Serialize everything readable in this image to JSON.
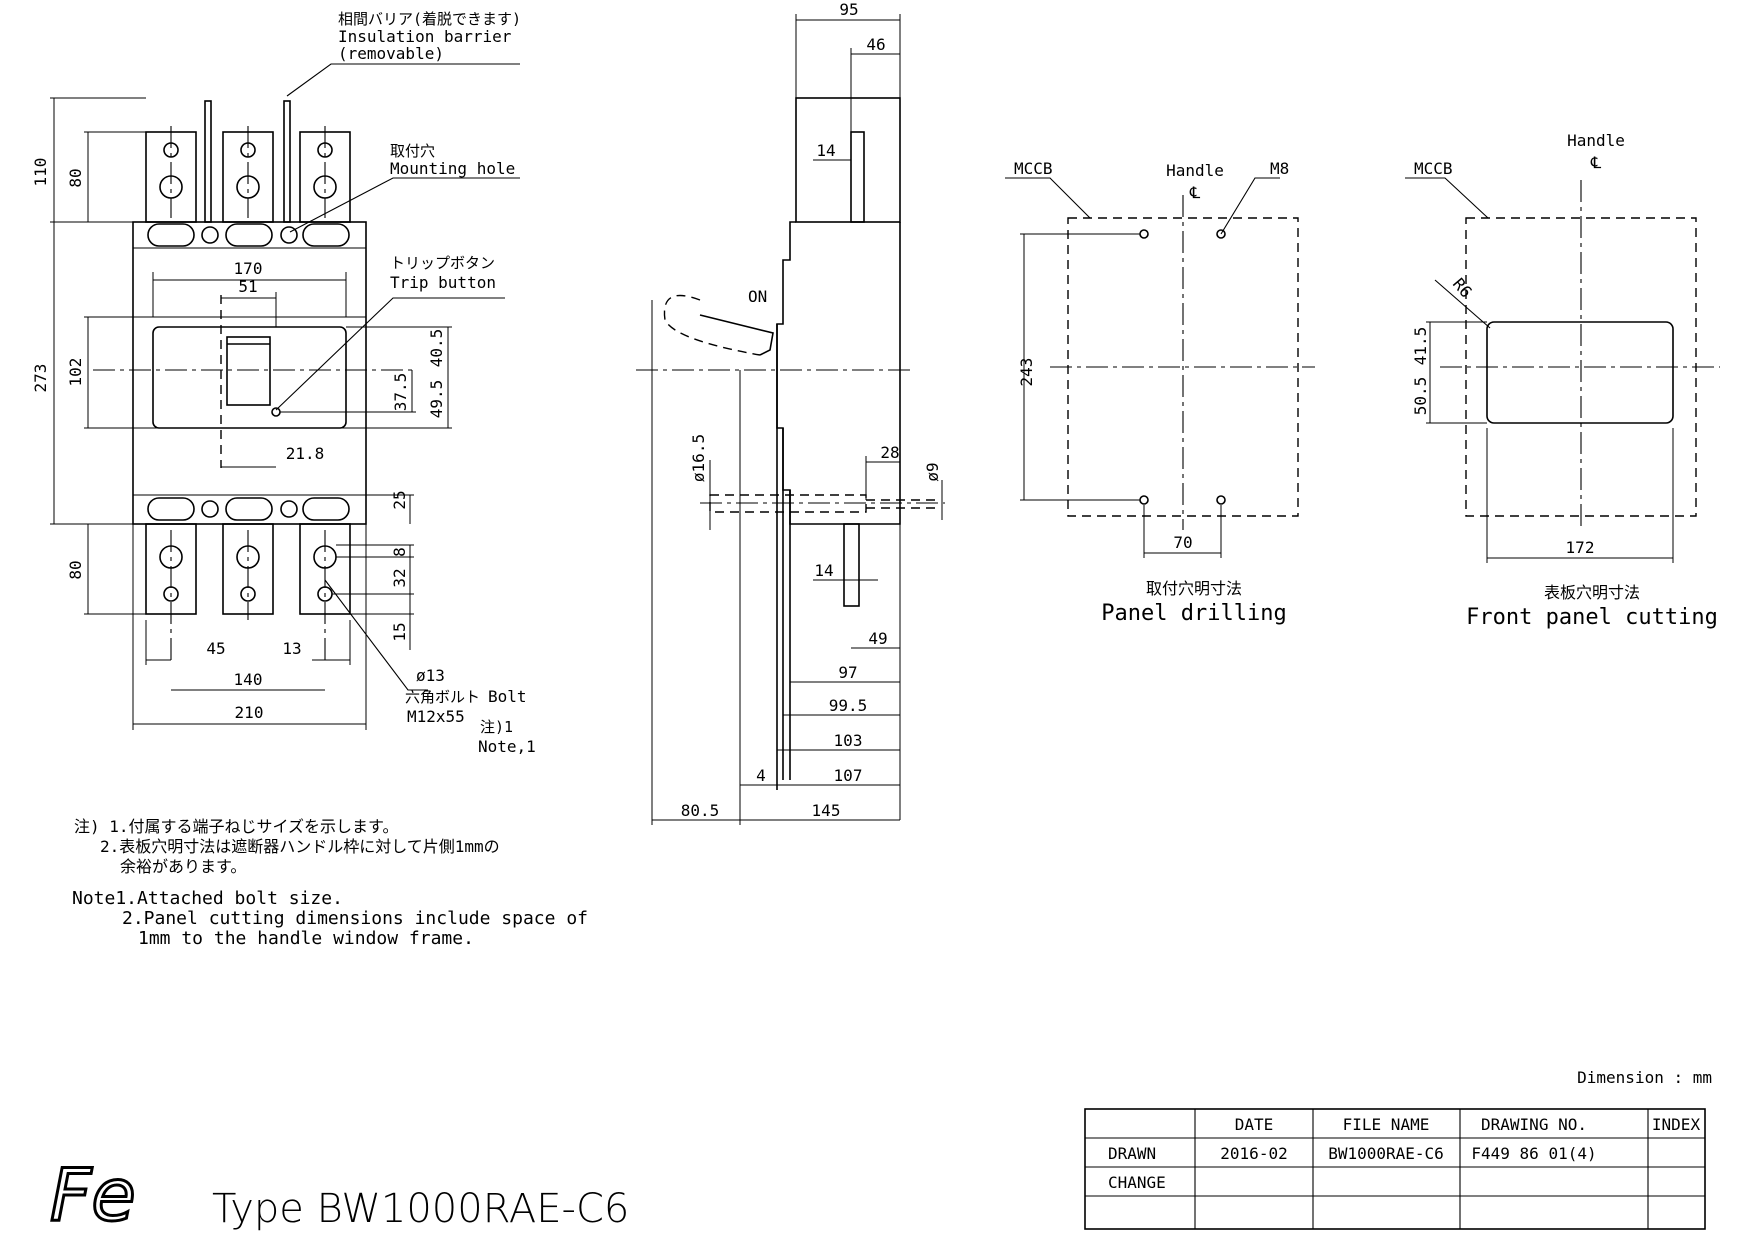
{
  "title": {
    "type_label": "Type BW1000RAE-C6",
    "logo_text": "Fe",
    "units": "Dimension : mm"
  },
  "front_view": {
    "barrier_jp": "相間バリア(着脱できます)",
    "barrier_en1": "Insulation barrier",
    "barrier_en2": "(removable)",
    "mount_jp": "取付穴",
    "mount_en": "Mounting hole",
    "trip_jp": "トリップボタン",
    "trip_en": "Trip button",
    "bolt_dia": "ø13",
    "bolt_jp": "六角ボルト",
    "bolt_en": "Bolt",
    "bolt_size": "M12x55",
    "note_jp": "注)1",
    "note_en": "Note,1",
    "dims": {
      "d110": "110",
      "d80a": "80",
      "d273": "273",
      "d102": "102",
      "d80b": "80",
      "d170": "170",
      "d51": "51",
      "d40_5": "40.5",
      "d37_5": "37.5",
      "d49_5": "49.5",
      "d21_8": "21.8",
      "d25": "25",
      "d8": "8",
      "d32": "32",
      "d15": "15",
      "d45": "45",
      "d13": "13",
      "d140": "140",
      "d210": "210"
    }
  },
  "side_view": {
    "on_label": "ON",
    "dims": {
      "d95": "95",
      "d46": "46",
      "d14a": "14",
      "d16_5": "ø16.5",
      "d28": "28",
      "d9": "ø9",
      "d14b": "14",
      "d49": "49",
      "d97": "97",
      "d99_5": "99.5",
      "d103": "103",
      "d107": "107",
      "d4": "4",
      "d80_5": "80.5",
      "d145": "145"
    }
  },
  "panel_drilling": {
    "mccb": "MCCB",
    "handle": "Handle",
    "cl": "℄",
    "m8": "M8",
    "d243": "243",
    "d70": "70",
    "caption_jp": "取付穴明寸法",
    "caption_en": "Panel drilling"
  },
  "front_panel_cutting": {
    "mccb": "MCCB",
    "handle": "Handle",
    "cl": "℄",
    "r6": "R6",
    "d41_5": "41.5",
    "d50_5": "50.5",
    "d172": "172",
    "caption_jp": "表板穴明寸法",
    "caption_en": "Front panel cutting"
  },
  "notes": {
    "jp1": "注) 1.付属する端子ねじサイズを示します。",
    "jp2": "2.表板穴明寸法は遮断器ハンドル枠に対して片側1mmの",
    "jp3": "余裕があります。",
    "en1": "Note1.Attached bolt size.",
    "en2": "2.Panel cutting dimensions include space of",
    "en3": "1mm to the handle window frame."
  },
  "title_block": {
    "headers": [
      "",
      "DATE",
      "FILE NAME",
      "DRAWING NO.",
      "INDEX"
    ],
    "rows": [
      [
        "DRAWN",
        "2016-02",
        "BW1000RAE-C6",
        "F449 86 01(4)",
        ""
      ],
      [
        "CHANGE",
        "",
        "",
        "",
        ""
      ],
      [
        "",
        "",
        "",
        "",
        ""
      ]
    ]
  }
}
